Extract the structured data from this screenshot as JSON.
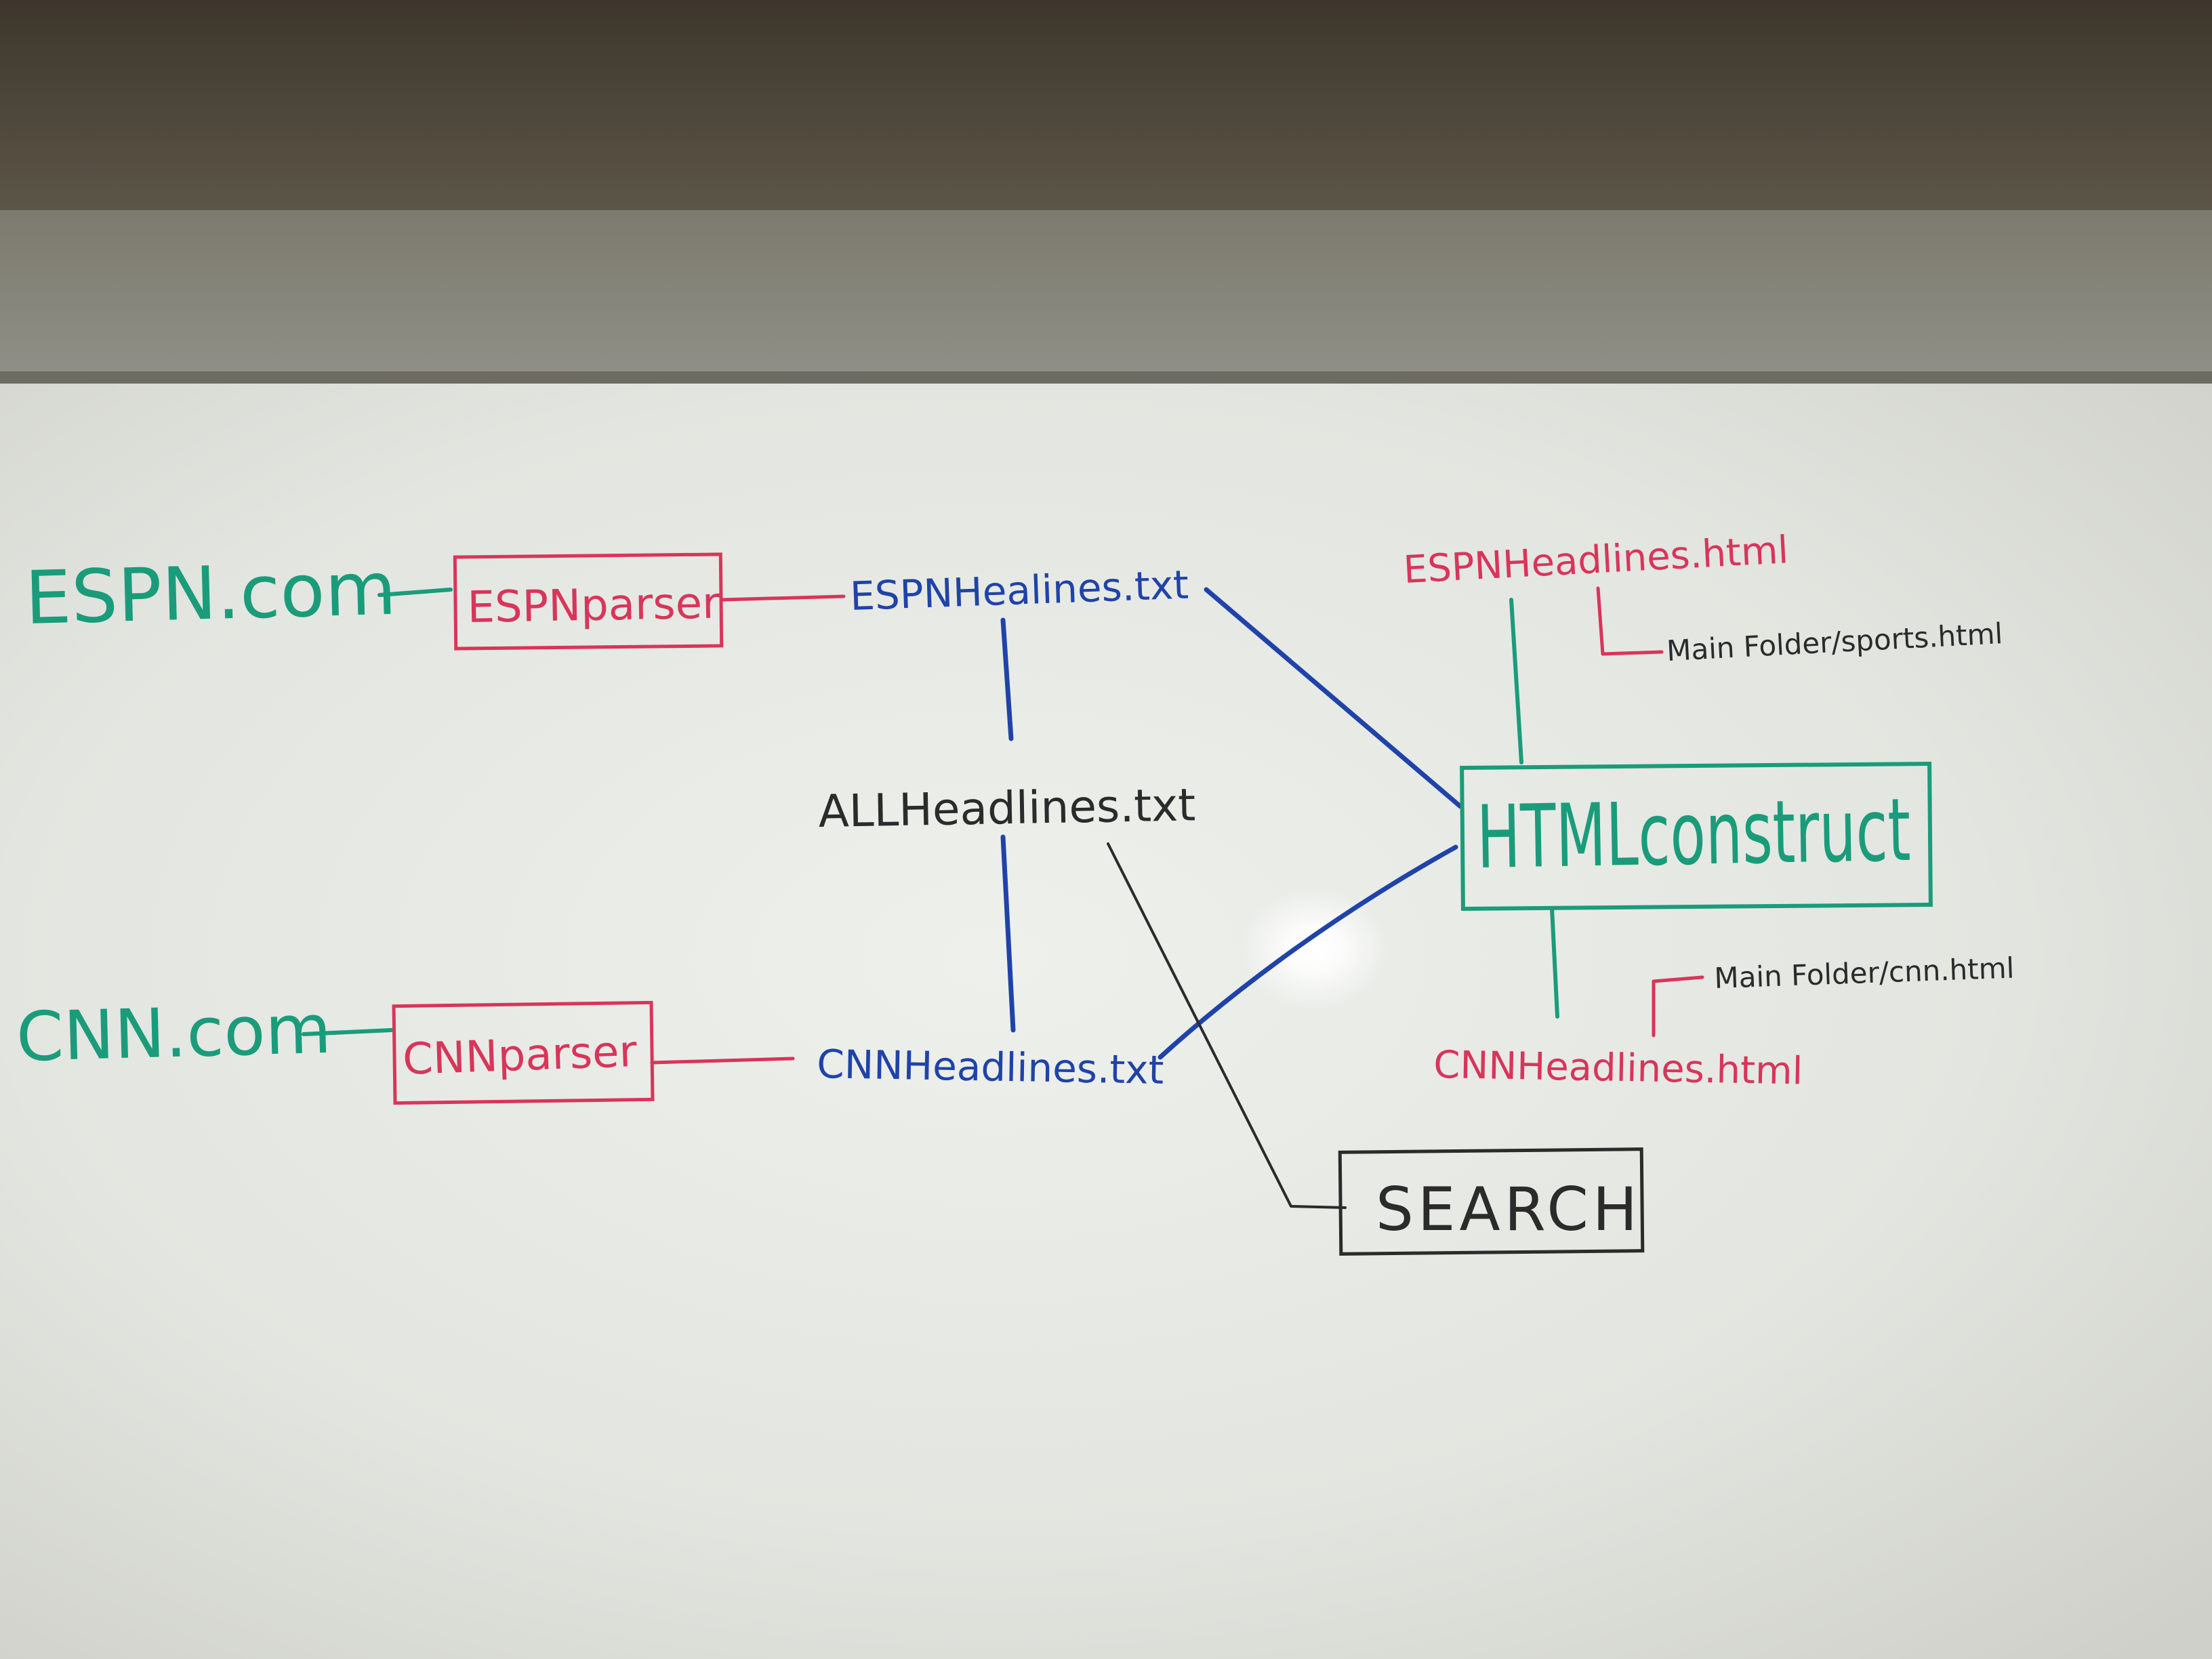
{
  "colors": {
    "green": "#1a9c7a",
    "red": "#d8355a",
    "blue": "#1f43a8",
    "black": "#2b2b2b",
    "board": "#e8e9e6",
    "wall": "#3a342b"
  },
  "nodes": {
    "espn_source": "ESPN.com",
    "espn_parser": "ESPNparser",
    "espn_txt": "ESPNHealines.txt",
    "all_txt": "ALLHeadlines.txt",
    "cnn_source": "CNN.com",
    "cnn_parser": "CNNparser",
    "cnn_txt": "CNNHeadlines.txt",
    "html_construct": "HTMLconstruct",
    "espn_html": "ESPNHeadlines.html",
    "sports_path": "Main Folder/sports.html",
    "cnn_html": "CNNHeadlines.html",
    "cnn_path": "Main Folder/cnn.html",
    "search": "SEARCH"
  }
}
